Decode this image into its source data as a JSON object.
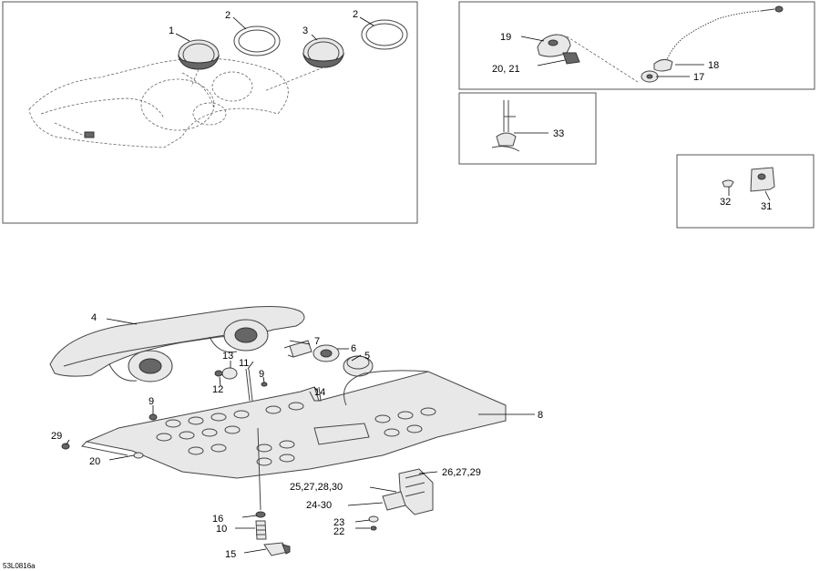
{
  "diagram": {
    "code_label": "53L0816a",
    "callouts": {
      "c1": "1",
      "c2a": "2",
      "c3": "3",
      "c2b": "2",
      "c19": "19",
      "c20_21": "20, 21",
      "c18": "18",
      "c17": "17",
      "c33": "33",
      "c32": "32",
      "c31": "31",
      "c4": "4",
      "c7": "7",
      "c6": "6",
      "c5": "5",
      "c13": "13",
      "c11": "11",
      "c9a": "9",
      "c12": "12",
      "c14": "14",
      "c9b": "9",
      "c8": "8",
      "c29": "29",
      "c20": "20",
      "c26_27_29": "26,27,29",
      "c25_27_28_30": "25,27,28,30",
      "c24_30": "24-30",
      "c23": "23",
      "c22": "22",
      "c16": "16",
      "c10": "10",
      "c15": "15"
    }
  }
}
